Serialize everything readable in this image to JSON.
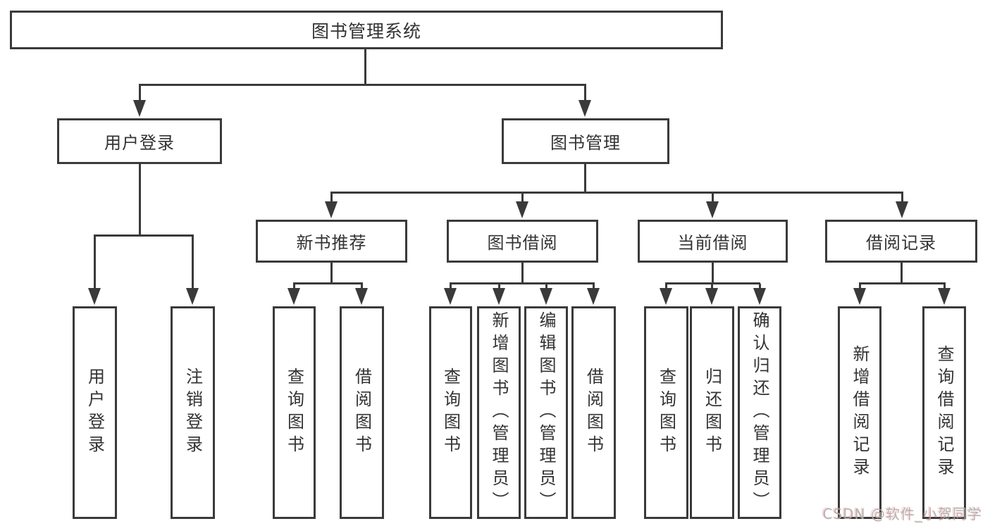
{
  "tree": {
    "root": {
      "label": "图书管理系统"
    },
    "user_login": {
      "label": "用户登录",
      "children": [
        {
          "label": "用户登录"
        },
        {
          "label": "注销登录"
        }
      ]
    },
    "book_mgmt": {
      "label": "图书管理",
      "sections": [
        {
          "label": "新书推荐",
          "children": [
            {
              "label": "查询图书"
            },
            {
              "label": "借阅图书"
            }
          ]
        },
        {
          "label": "图书借阅",
          "children": [
            {
              "label": "查询图书"
            },
            {
              "label": "新增图书（管理员）"
            },
            {
              "label": "编辑图书（管理员）"
            },
            {
              "label": "借阅图书"
            }
          ]
        },
        {
          "label": "当前借阅",
          "children": [
            {
              "label": "查询图书"
            },
            {
              "label": "归还图书"
            },
            {
              "label": "确认归还（管理员）"
            }
          ]
        },
        {
          "label": "借阅记录",
          "children": [
            {
              "label": "新增借阅记录"
            },
            {
              "label": "查询借阅记录"
            }
          ]
        }
      ]
    }
  },
  "watermark": "CSDN @软件_小贺同学",
  "colors": {
    "line": "#3a3a3a",
    "text": "#333333",
    "watermark_gray": "#adadad",
    "background": "#ffffff"
  }
}
